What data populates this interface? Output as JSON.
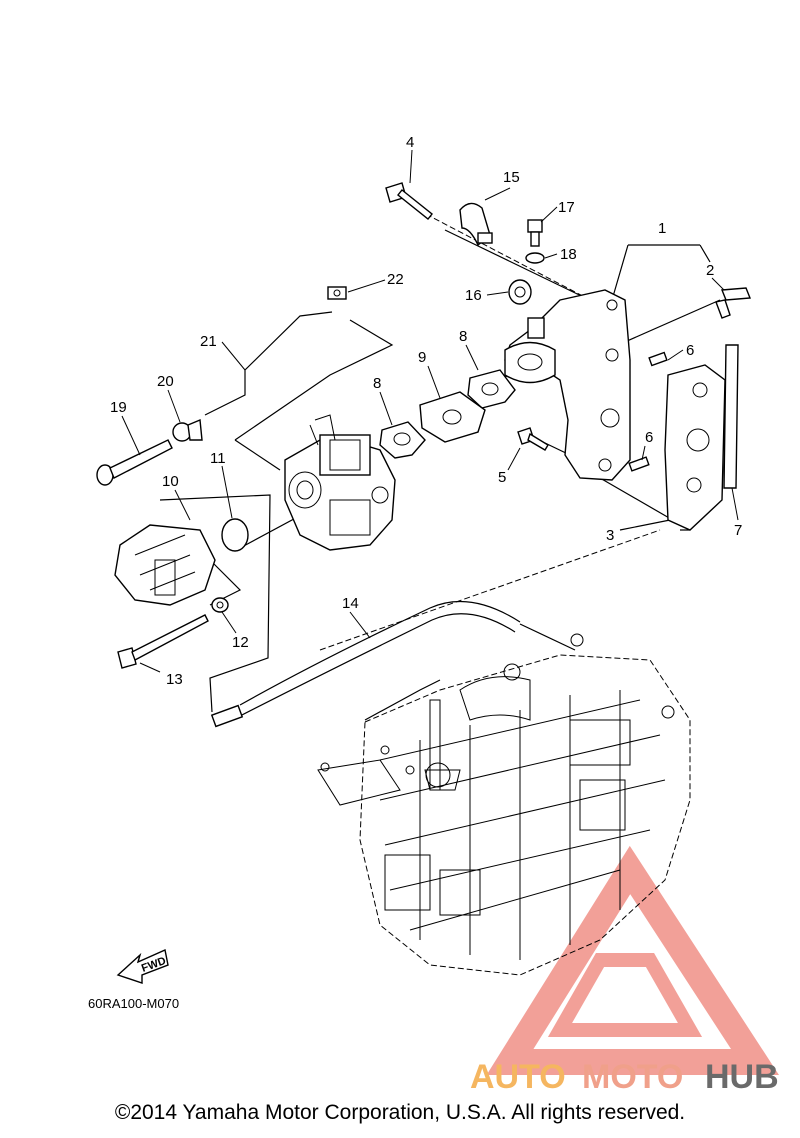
{
  "diagram": {
    "callouts": [
      {
        "id": "c1",
        "text": "1"
      },
      {
        "id": "c2",
        "text": "2"
      },
      {
        "id": "c3",
        "text": "3"
      },
      {
        "id": "c4",
        "text": "4"
      },
      {
        "id": "c5",
        "text": "5"
      },
      {
        "id": "c6a",
        "text": "6"
      },
      {
        "id": "c6b",
        "text": "6"
      },
      {
        "id": "c7",
        "text": "7"
      },
      {
        "id": "c8a",
        "text": "8"
      },
      {
        "id": "c8b",
        "text": "8"
      },
      {
        "id": "c9",
        "text": "9"
      },
      {
        "id": "c10",
        "text": "10"
      },
      {
        "id": "c11",
        "text": "11"
      },
      {
        "id": "c12",
        "text": "12"
      },
      {
        "id": "c13",
        "text": "13"
      },
      {
        "id": "c14",
        "text": "14"
      },
      {
        "id": "c15",
        "text": "15"
      },
      {
        "id": "c16",
        "text": "16"
      },
      {
        "id": "c17",
        "text": "17"
      },
      {
        "id": "c18",
        "text": "18"
      },
      {
        "id": "c19",
        "text": "19"
      },
      {
        "id": "c20",
        "text": "20"
      },
      {
        "id": "c21",
        "text": "21"
      },
      {
        "id": "c22",
        "text": "22"
      }
    ],
    "fwd_label": "FWD",
    "diagram_code": "60RA100-M070",
    "copyright": "©2014 Yamaha Motor Corporation, U.S.A. All rights reserved."
  },
  "watermark": {
    "part1": "AUTO",
    "part2": "MOTO",
    "part3": "HUB",
    "colors": {
      "logo": "#f08f86",
      "auto": "#f5b660",
      "moto": "#f0a08a",
      "hub": "#6a6a6a"
    }
  }
}
